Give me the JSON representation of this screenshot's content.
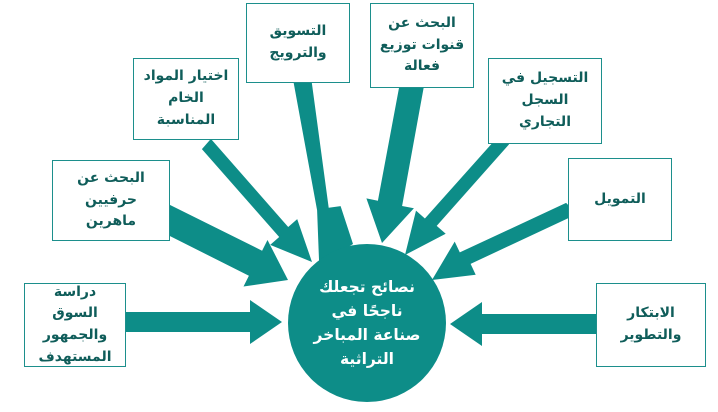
{
  "center": {
    "text": "نصائح تجعلك\nناجحًا في\nصناعة المباخر\nالتراثية"
  },
  "tips": [
    {
      "id": "market-study",
      "text": "دراسة السوق\nوالجمهور\nالمستهدف"
    },
    {
      "id": "skilled-artisans",
      "text": "البحث عن\nحرفيين ماهرين"
    },
    {
      "id": "raw-materials",
      "text": "اختيار المواد\nالخام المناسبة"
    },
    {
      "id": "marketing",
      "text": "التسويق\nوالترويج"
    },
    {
      "id": "distribution",
      "text": "البحث عن\nقنوات توزيع\nفعالة"
    },
    {
      "id": "registration",
      "text": "التسجيل في\nالسجل التجاري"
    },
    {
      "id": "funding",
      "text": "التمويل"
    },
    {
      "id": "innovation",
      "text": "الابتكار والتطوير"
    }
  ],
  "colors": {
    "teal": "#0d8d88",
    "text": "#0f5d5a",
    "border": "#1c8f8c",
    "background": "#ffffff"
  }
}
